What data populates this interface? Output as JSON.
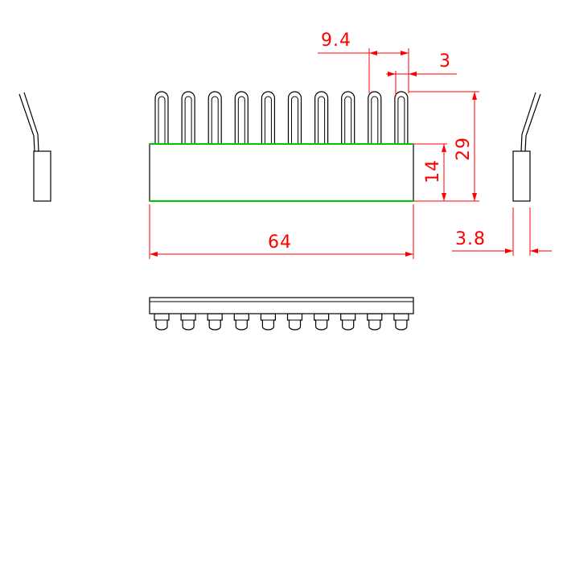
{
  "drawing": {
    "pin_count": 10,
    "colors": {
      "outline": "#000000",
      "body_edge": "#00c800",
      "dimension": "#ff0000"
    },
    "dimensions": {
      "pitch": "9.4",
      "pin_width": "3",
      "total_height": "29",
      "body_height": "14",
      "total_length": "64",
      "side_thickness": "3.8"
    }
  }
}
